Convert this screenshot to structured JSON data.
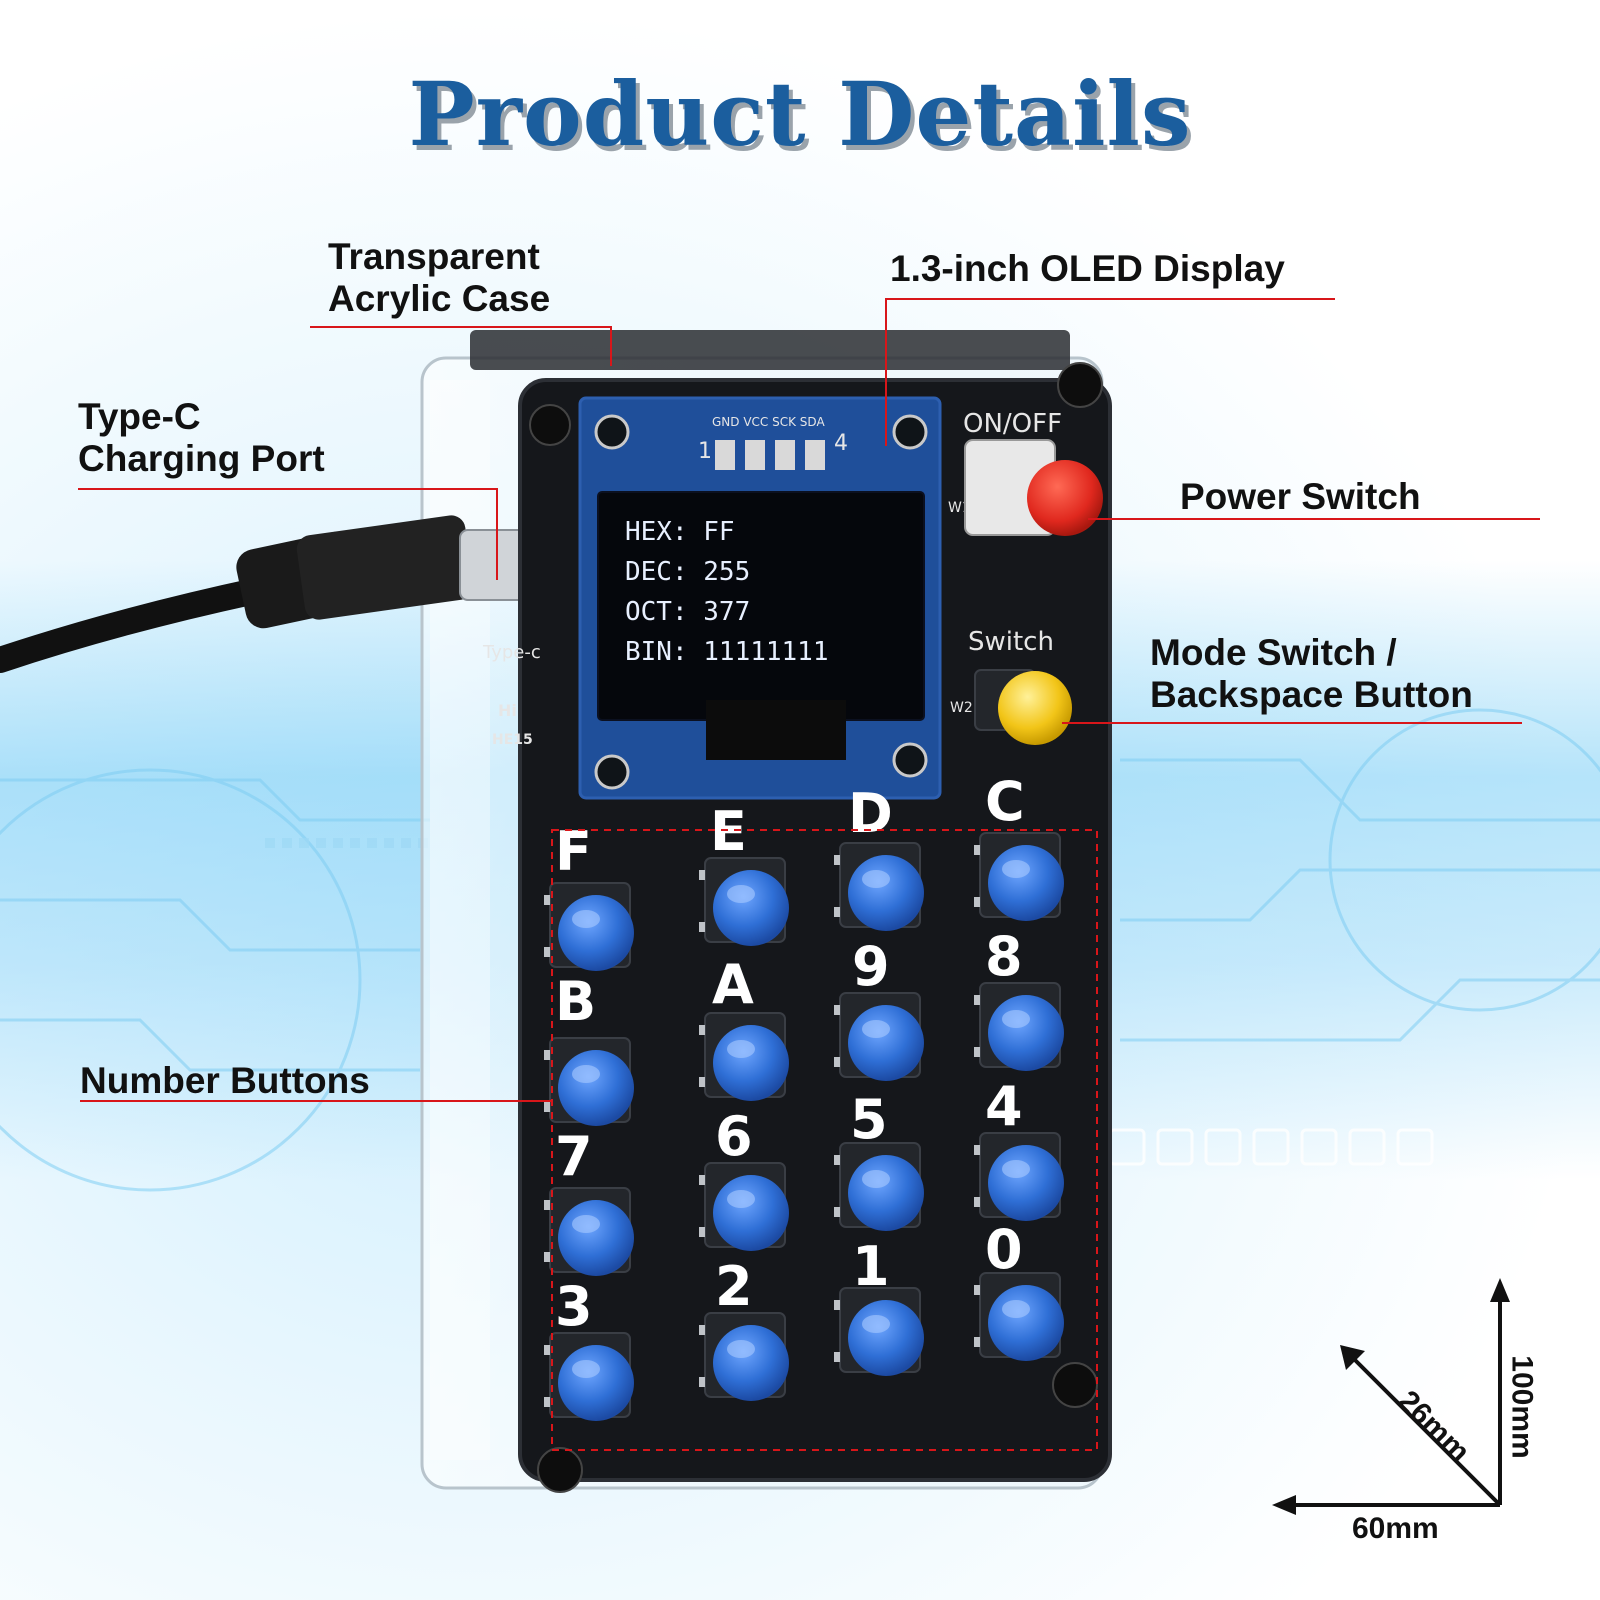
{
  "title": "Product Details",
  "callouts": {
    "case": [
      "Transparent",
      "Acrylic Case"
    ],
    "oled": "1.3-inch OLED Display",
    "port": [
      "Type-C",
      "Charging Port"
    ],
    "power": "Power Switch",
    "mode": [
      "Mode Switch /",
      "Backspace Button"
    ],
    "numbers": "Number Buttons"
  },
  "board": {
    "onoff": "ON/OFF",
    "switch": "Switch",
    "typec": "Type-c",
    "pins": "GND VCC SCK SDA",
    "pin_first": "1",
    "pin_last": "4",
    "sw1": "W1",
    "sw2": "W2",
    "brand": "Hi",
    "model": "HE15"
  },
  "oled": {
    "hex": "HEX: FF",
    "dec": "DEC: 255",
    "oct": "OCT: 377",
    "bin": "BIN: 11111111"
  },
  "keys": {
    "top_row": [
      "F",
      "E",
      "D",
      "C"
    ],
    "row2": [
      "B",
      "A",
      "9",
      "8"
    ],
    "row3": [
      "7",
      "6",
      "5",
      "4"
    ],
    "row4": [
      "3",
      "2",
      "1",
      "0"
    ]
  },
  "dimensions": {
    "height": "100mm",
    "depth": "26mm",
    "width": "60mm"
  },
  "colors": {
    "title": "#1b5e9e",
    "callout_line": "#d8161a",
    "button_blue": "#2f6fd6",
    "power_red": "#e0281e",
    "mode_yellow": "#f2c518",
    "pcb": "#15171b"
  }
}
